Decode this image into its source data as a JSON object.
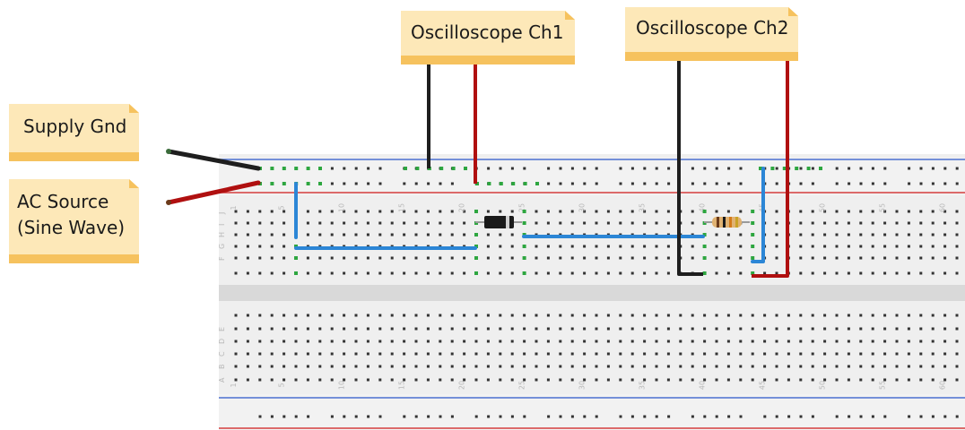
{
  "notes": {
    "supply_gnd": "Supply Gnd",
    "ac_source_line1": "AC Source",
    "ac_source_line2": "(Sine Wave)",
    "scope_ch1": "Oscilloscope Ch1",
    "scope_ch2": "Oscilloscope Ch2"
  },
  "breadboard": {
    "column_numbers": [
      "1",
      "5",
      "10",
      "15",
      "20",
      "25",
      "30",
      "35",
      "40",
      "45",
      "50",
      "55",
      "60"
    ],
    "top_row_letters": [
      "J",
      "I",
      "H",
      "G",
      "F"
    ],
    "bottom_row_letters": [
      "E",
      "D",
      "C",
      "B",
      "A"
    ]
  },
  "components": {
    "diode": "diode",
    "resistor": "resistor"
  },
  "colors": {
    "note_fill": "#fde8b8",
    "note_fold": "#f6c25e",
    "wire_black": "#1e1e1e",
    "wire_red": "#b01010",
    "wire_blue": "#2c86d6",
    "rail_blue": "#4a6fd0",
    "rail_red": "#d43c3c",
    "hole_active": "#2ea640"
  }
}
